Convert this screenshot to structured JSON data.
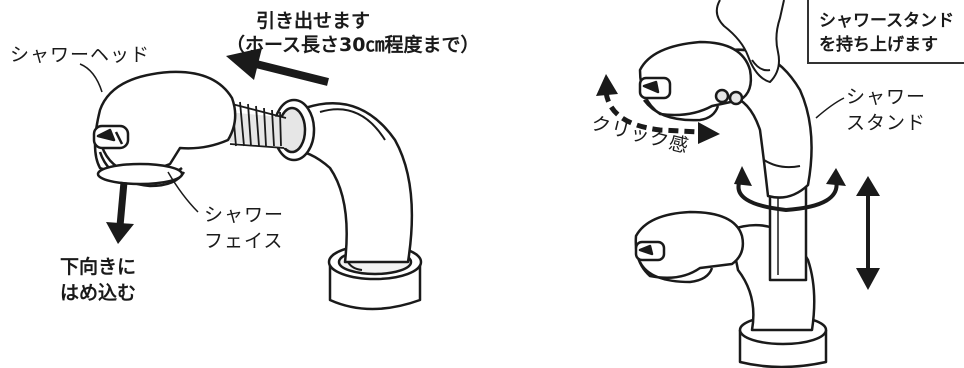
{
  "left_panel": {
    "shower_head_label": "シャワーヘッド",
    "pull_out_line1": "引き出せます",
    "pull_out_line2": "（ホース長さ30㎝程度まで）",
    "shower_face_line1": "シャワー",
    "shower_face_line2": "フェイス",
    "fit_down_line1": "下向きに",
    "fit_down_line2": "はめ込む"
  },
  "right_panel": {
    "lift_stand_line1": "シャワースタンド",
    "lift_stand_line2": "を持ち上げます",
    "stand_line1": "シャワー",
    "stand_line2": "スタンド",
    "click_feel": "クリック感"
  },
  "colors": {
    "line": "#1a1a1a",
    "shade": "#e6e6e6",
    "background": "#ffffff"
  },
  "icons": [
    "left-arrow",
    "down-arrow",
    "curved-click-arrow",
    "rotation-arrow",
    "vertical-double-arrow"
  ]
}
